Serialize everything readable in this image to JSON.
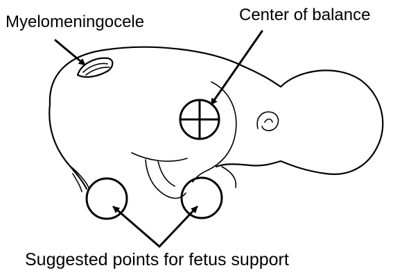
{
  "labels": {
    "myelomeningocele": "Myelomeningocele",
    "center_of_balance": "Center of balance",
    "suggested_support": "Suggested points for fetus support"
  },
  "colors": {
    "ink": "#000000",
    "background": "#ffffff"
  }
}
